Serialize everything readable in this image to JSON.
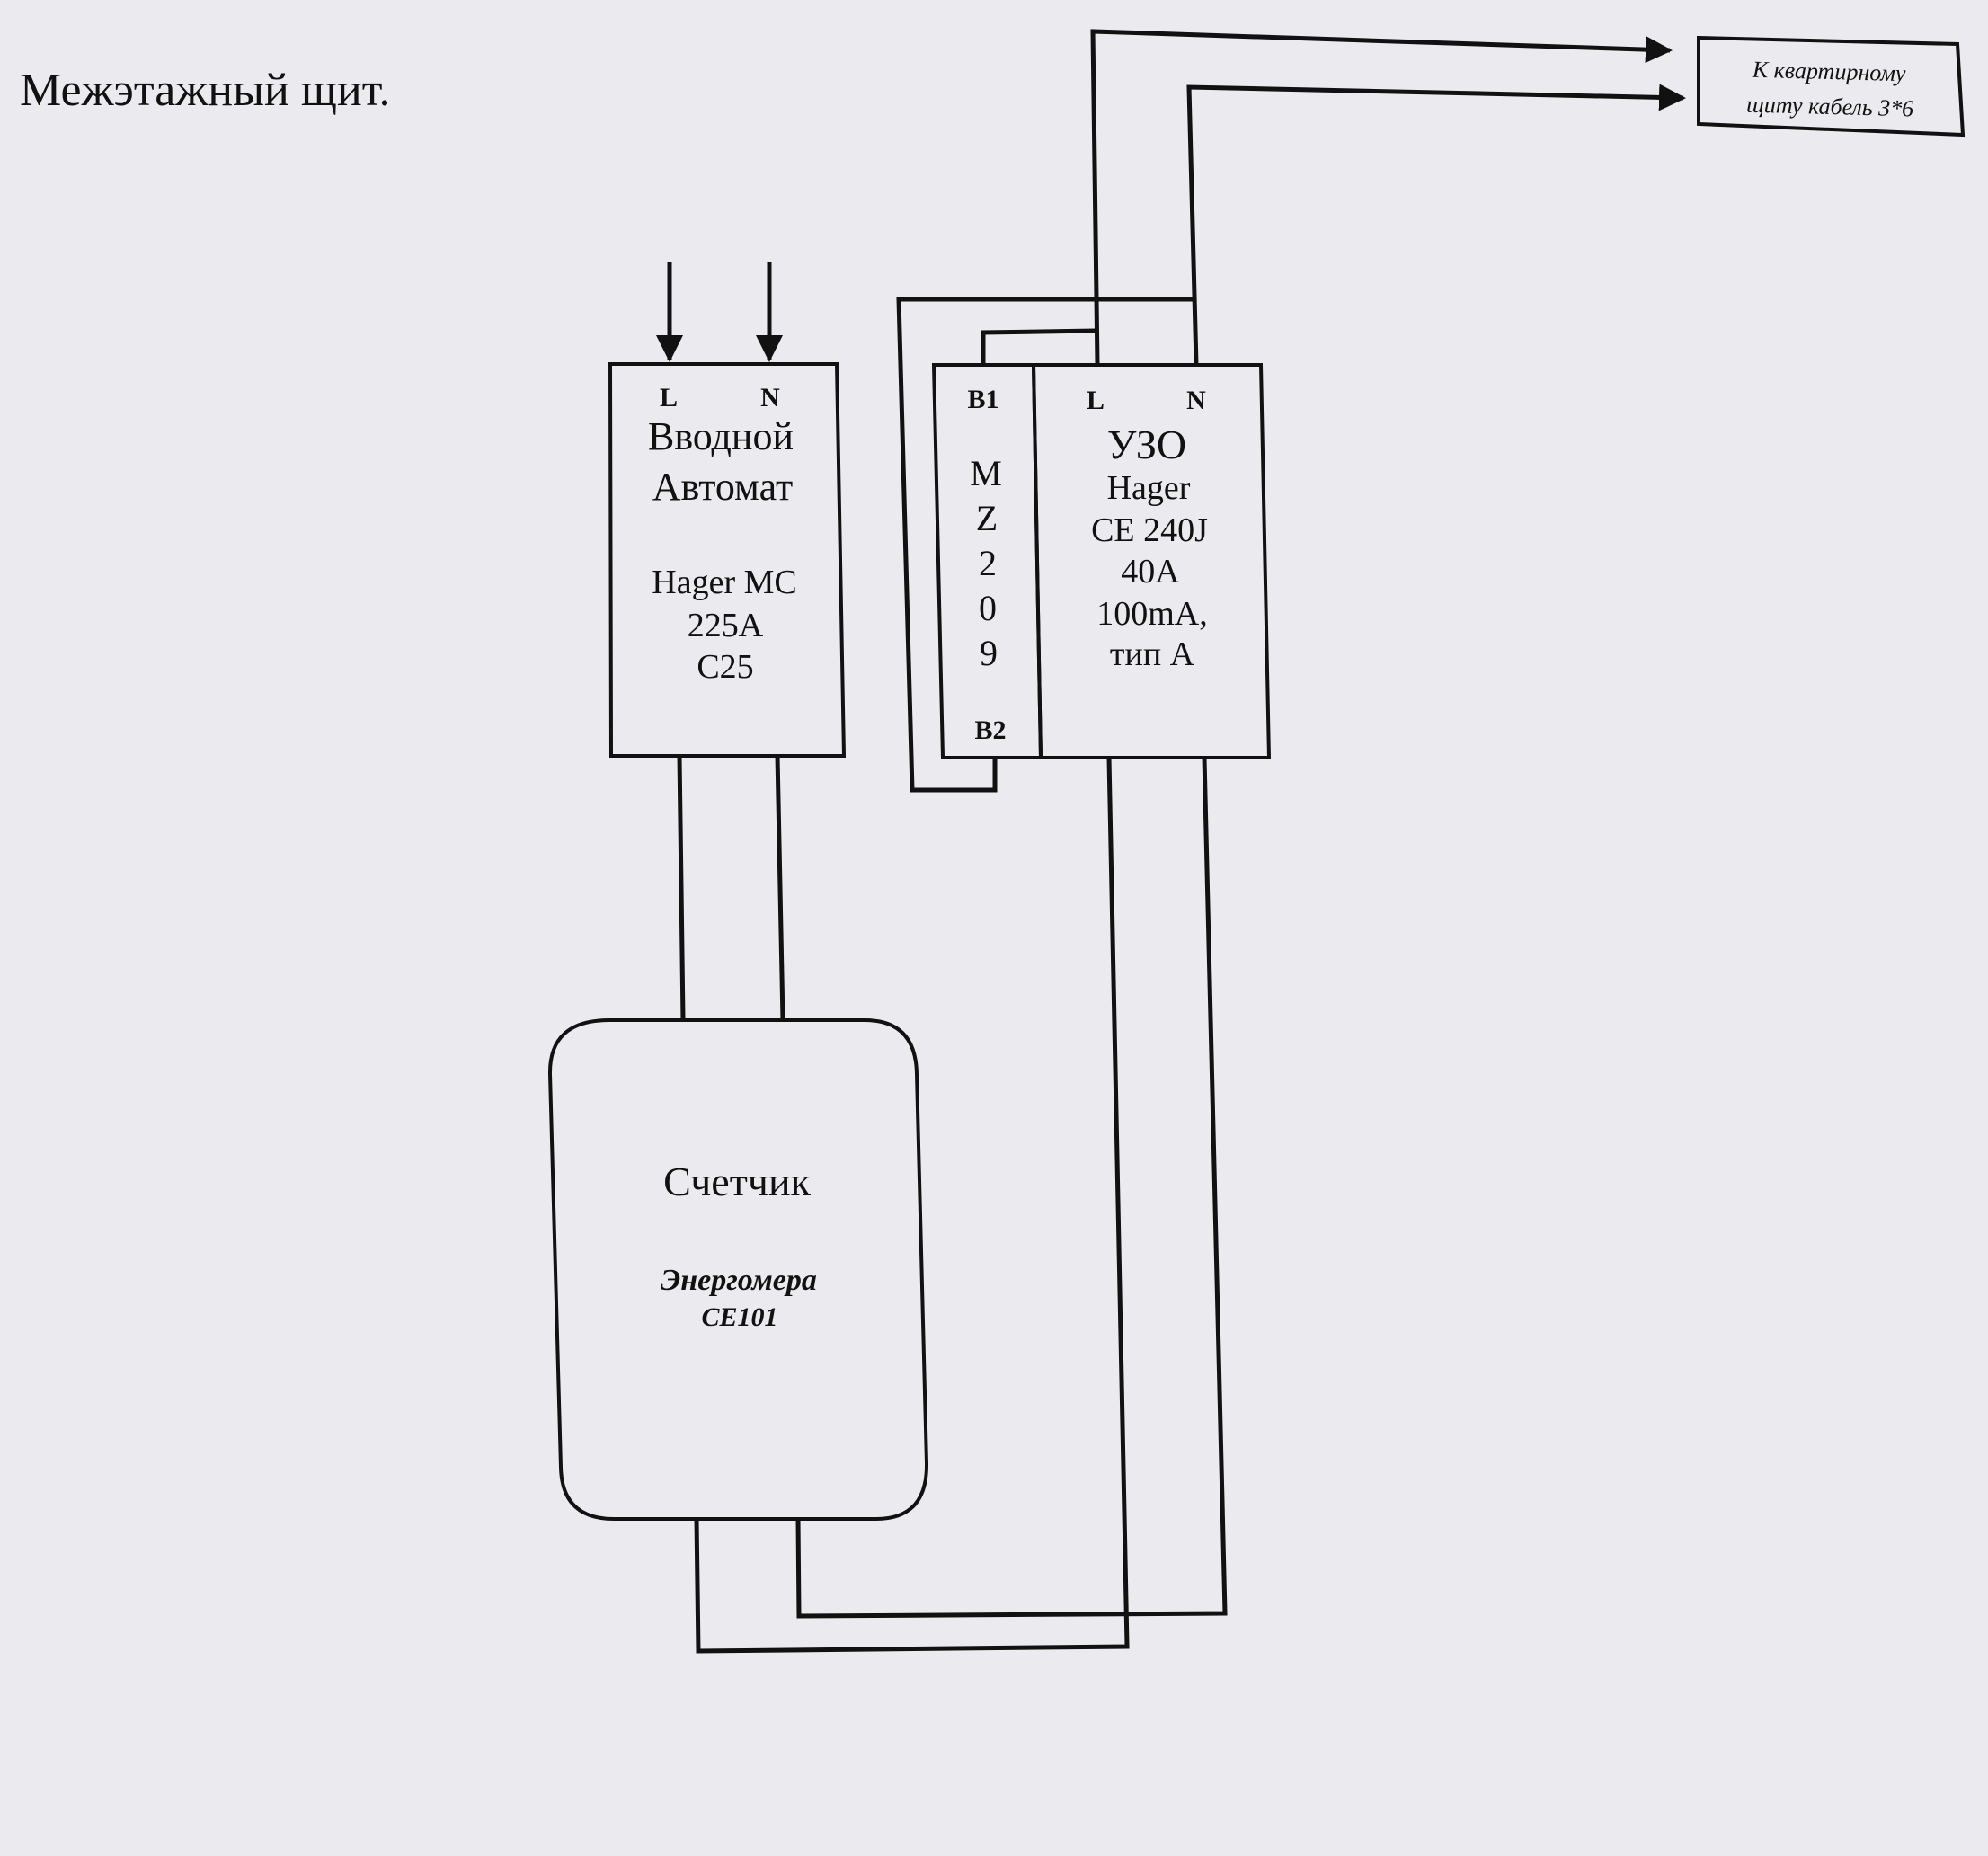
{
  "title": "Межэтажный щит.",
  "breaker": {
    "term_l": "L",
    "term_n": "N",
    "name_line1": "Вводной",
    "name_line2": "Автомат",
    "model": "Hager MC",
    "rating": "225A",
    "curve": "C25"
  },
  "mz209": {
    "top": "B1",
    "letters": [
      "M",
      "Z",
      "2",
      "0",
      "9"
    ],
    "bottom": "B2"
  },
  "rcd": {
    "term_l": "L",
    "term_n": "N",
    "name": "УЗО",
    "brand": "Hager",
    "model": "CE 240J",
    "current": "40A",
    "sensitivity": "100mA,",
    "type": "тип А"
  },
  "meter": {
    "name": "Счетчик",
    "brand": "Энергомера",
    "model": "CE101"
  },
  "destination": {
    "line1": "К квартирному",
    "line2": "щиту кабель 3*6"
  }
}
